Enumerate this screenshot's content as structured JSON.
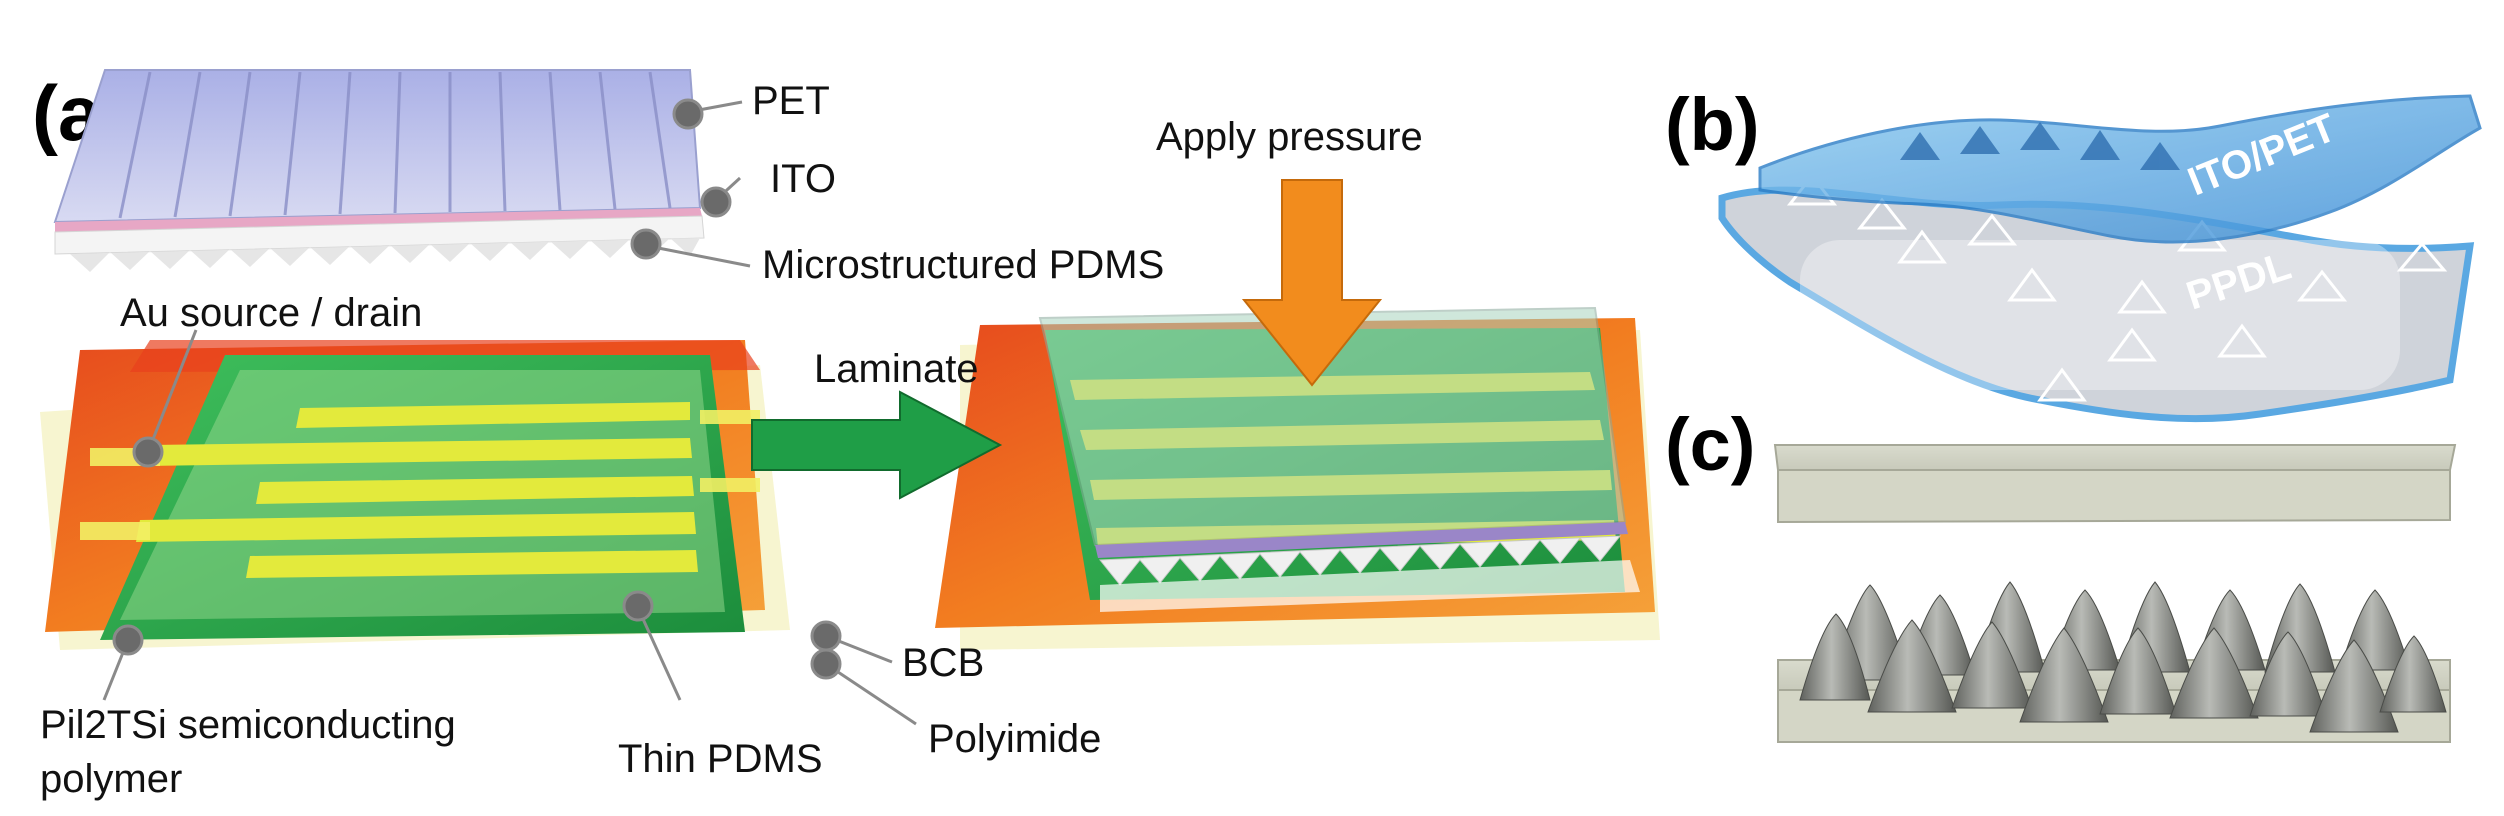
{
  "panels": {
    "a": {
      "letter": "(a)",
      "labels": {
        "pet": "PET",
        "ito": "ITO",
        "microstructured_pdms": "Microstructured PDMS",
        "au_source_drain": "Au source / drain",
        "laminate": "Laminate",
        "apply_pressure": "Apply pressure",
        "semiconducting_polymer_line1": "Pil2TSi semiconducting",
        "semiconducting_polymer_line2": "polymer",
        "thin_pdms": "Thin PDMS",
        "bcb": "BCB",
        "polyimide": "Polyimide"
      }
    },
    "b": {
      "letter": "(b)",
      "labels": {
        "ito_pet": "ITO/PET",
        "ppdl": "PPDL"
      }
    },
    "c": {
      "letter": "(c)"
    }
  },
  "colors": {
    "pet_film": "#b9bde6",
    "substrate_orange": "#f07d1e",
    "substrate_red": "#e8401c",
    "semiconductor_green": "#27a84a",
    "electrode_yellow": "#e3ea3c",
    "laminate_arrow": "#1f9e47",
    "pressure_arrow": "#f28c1d",
    "ito_pet_blue": "#4a9ee0",
    "plate_gray": "#cfd1c2",
    "pyramid_gray": "#7d7f7b",
    "callout_dot": "#6a6a6a"
  }
}
